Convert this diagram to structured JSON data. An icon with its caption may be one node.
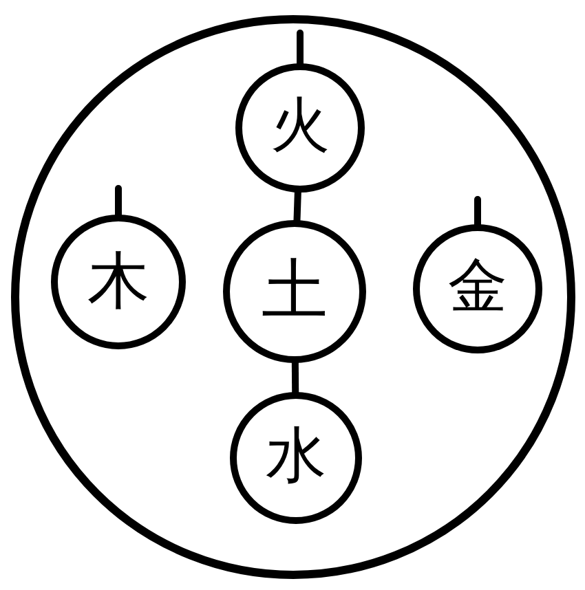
{
  "diagram": {
    "nodes": [
      {
        "text": [],
        "shape": "circle"
      },
      {
        "text": [
          "火"
        ],
        "in": 0
      },
      {
        "text": [
          "木"
        ],
        "in": 0
      },
      {
        "text": [
          "土"
        ],
        "in": 0
      },
      {
        "text": [
          "金"
        ],
        "in": 0
      },
      {
        "text": [
          "水"
        ],
        "in": 0
      }
    ],
    "edges": [
      {
        "from": 1,
        "to": 3,
        "arrow": "none"
      },
      {
        "from": 3,
        "to": 5,
        "arrow": "none"
      }
    ]
  }
}
